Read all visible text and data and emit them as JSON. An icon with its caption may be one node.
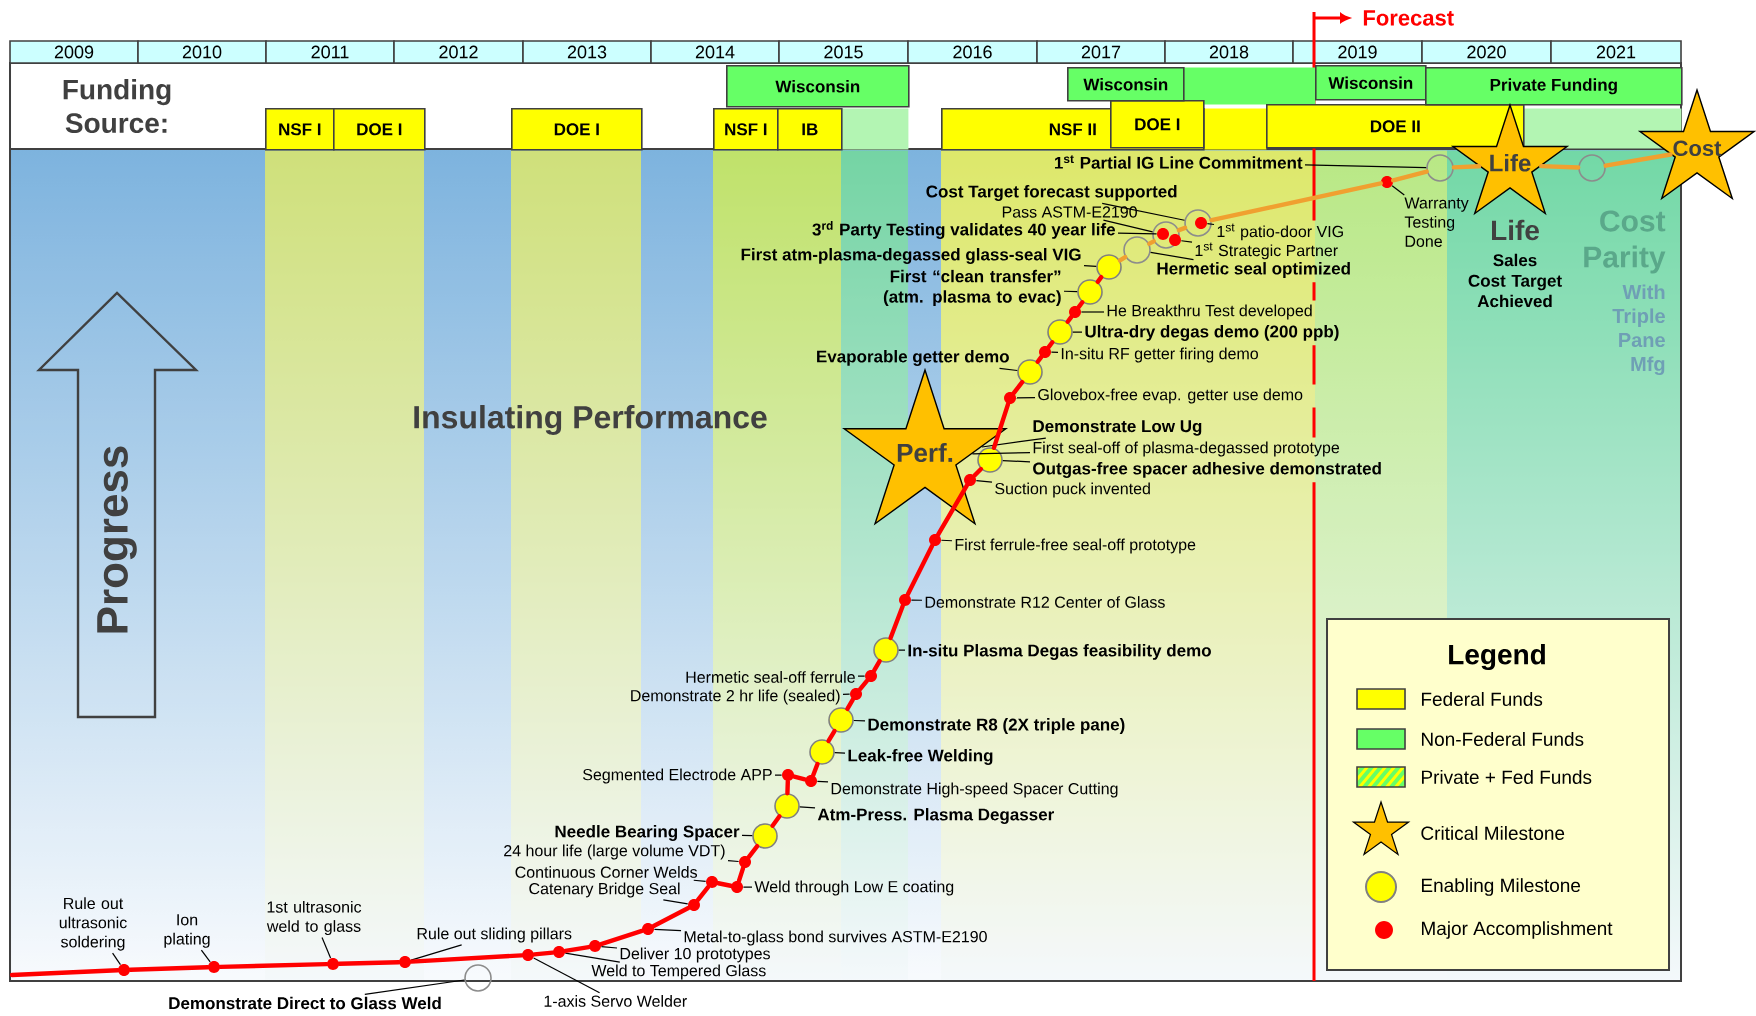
{
  "diagram": {
    "nodes": [
      {
        "text": [
          "NSF I"
        ]
      },
      {
        "text": [
          "DOE I"
        ]
      },
      {
        "text": [
          "DOE I"
        ]
      },
      {
        "text": [
          "NSF I"
        ]
      },
      {
        "text": [
          "IB"
        ]
      },
      {
        "text": [
          "Wisconsin"
        ]
      },
      {
        "text": [
          "NSF II"
        ]
      },
      {
        "text": [
          "DOE I"
        ]
      },
      {
        "text": [
          "Wisconsin"
        ]
      },
      {
        "text": [
          "Wisconsin"
        ]
      },
      {
        "text": [
          "DOE II"
        ]
      },
      {
        "text": [
          "Private Funding"
        ]
      },
      {
        "text": [
          "Progress"
        ]
      },
      {
        "text": [
          "Perf."
        ]
      },
      {
        "text": [
          "Life"
        ]
      },
      {
        "text": [
          "Cost"
        ]
      },
      {
        "text": [
          "Rule out ultrasonic soldering"
        ]
      },
      {
        "text": [],
        "shape": "dot"
      },
      {
        "text": [
          "Ion plating"
        ]
      },
      {
        "text": [],
        "shape": "dot"
      },
      {
        "text": [
          "1st ultrasonic weld to glass"
        ]
      },
      {
        "text": [],
        "shape": "dot"
      },
      {
        "text": [
          "Rule out sliding pillars"
        ]
      },
      {
        "text": [],
        "shape": "dot"
      },
      {
        "text": [
          "Demonstrate Direct to Glass Weld"
        ]
      },
      {
        "text": [],
        "shape": "ring"
      },
      {
        "text": [
          "1-axis Servo Welder"
        ]
      },
      {
        "text": [],
        "shape": "dot"
      },
      {
        "text": [
          "Weld to Tempered Glass"
        ]
      },
      {
        "text": [],
        "shape": "dot"
      },
      {
        "text": [
          "Deliver 10 prototypes"
        ]
      },
      {
        "text": [],
        "shape": "dot"
      },
      {
        "text": [
          "Metal-to-glass bond survives ASTM-E2190"
        ]
      },
      {
        "text": [],
        "shape": "dot"
      },
      {
        "text": [
          "Catenary Bridge Seal"
        ]
      },
      {
        "text": [],
        "shape": "dot"
      },
      {
        "text": [
          "Continuous Corner Welds"
        ]
      },
      {
        "text": [],
        "shape": "dot"
      },
      {
        "text": [
          "Weld through Low E coating"
        ]
      },
      {
        "text": [],
        "shape": "dot"
      },
      {
        "text": [
          "24 hour life (large volume VDT)"
        ]
      },
      {
        "text": [],
        "shape": "dot"
      },
      {
        "text": [
          "Needle Bearing Spacer"
        ]
      },
      {
        "text": [],
        "shape": "circle"
      },
      {
        "text": [
          "Atm-Press. Plasma Degasser"
        ]
      },
      {
        "text": [],
        "shape": "circle"
      },
      {
        "text": [
          "Segmented Electrode APP"
        ]
      },
      {
        "text": [],
        "shape": "dot"
      },
      {
        "text": [
          "Demonstrate High-speed Spacer Cutting"
        ]
      },
      {
        "text": [],
        "shape": "dot"
      },
      {
        "text": [
          "Leak-free Welding"
        ]
      },
      {
        "text": [],
        "shape": "circle"
      },
      {
        "text": [
          "Demonstrate R8 (2X triple pane)"
        ]
      },
      {
        "text": [],
        "shape": "circle"
      },
      {
        "text": [
          "Demonstrate 2 hr life (sealed)"
        ]
      },
      {
        "text": [],
        "shape": "dot"
      },
      {
        "text": [
          "Hermetic seal-off ferrule"
        ]
      },
      {
        "text": [],
        "shape": "dot"
      },
      {
        "text": [
          "In-situ Plasma Degas feasibility demo"
        ]
      },
      {
        "text": [],
        "shape": "circle"
      },
      {
        "text": [
          "Demonstrate R12 Center of Glass"
        ]
      },
      {
        "text": [],
        "shape": "dot"
      },
      {
        "text": [
          "First ferrule-free seal-off prototype"
        ]
      },
      {
        "text": [],
        "shape": "dot"
      },
      {
        "text": [
          "Suction puck invented"
        ]
      },
      {
        "text": [],
        "shape": "dot"
      },
      {
        "text": [
          "Outgas-free spacer adhesive demonstrated"
        ]
      },
      {
        "text": [],
        "shape": "circle"
      },
      {
        "text": [
          "First seal-off of plasma-degassed prototype"
        ]
      },
      {
        "text": [
          "Demonstrate Low Ug"
        ]
      },
      {
        "text": [
          "Glovebox-free evap. getter use demo"
        ]
      },
      {
        "text": [],
        "shape": "dot"
      },
      {
        "text": [
          "Evaporable getter demo"
        ]
      },
      {
        "text": [],
        "shape": "circle"
      },
      {
        "text": [
          "In-situ RF getter firing demo"
        ]
      },
      {
        "text": [],
        "shape": "dot"
      },
      {
        "text": [
          "Ultra-dry degas demo (200 ppb)"
        ]
      },
      {
        "text": [],
        "shape": "circle"
      },
      {
        "text": [
          "He Breakthru Test developed"
        ]
      },
      {
        "text": [],
        "shape": "dot"
      },
      {
        "text": [
          "First “clean transfer” (atm. plasma to evac)"
        ]
      },
      {
        "text": [],
        "shape": "circle"
      },
      {
        "text": [
          "First atm-plasma-degassed glass-seal VIG"
        ]
      },
      {
        "text": [],
        "shape": "circle"
      },
      {
        "text": [
          "Hermetic seal optimized"
        ]
      },
      {
        "text": [],
        "shape": "ring"
      },
      {
        "text": [
          "3$^{rd}$ Party Testing validates 40 year life"
        ]
      },
      {
        "text": [],
        "shape": "dot",
        "in": 89
      },
      {
        "text": [
          "Pass ASTM-E2190"
        ]
      },
      {
        "text": [],
        "shape": "ring"
      },
      {
        "text": [
          "1$^{st}$ Strategic Partner"
        ]
      },
      {
        "text": [],
        "shape": "dot",
        "in": 89
      },
      {
        "text": [
          "Cost Target forecast supported"
        ]
      },
      {
        "text": [],
        "shape": "ring"
      },
      {
        "text": [
          "1$^{st}$ patio-door VIG"
        ]
      },
      {
        "text": [],
        "shape": "dot",
        "in": 93
      },
      {
        "text": [
          "Warranty Testing Done"
        ]
      },
      {
        "text": [],
        "shape": "dot"
      },
      {
        "text": [
          "1$^{st}$ Partial IG Line Commitment"
        ]
      },
      {
        "text": [],
        "shape": "ring"
      },
      {
        "text": [],
        "shape": "ring"
      },
      {
        "text": [],
        "shape": "bar"
      },
      {
        "text": [],
        "shape": "bar"
      },
      {
        "text": [],
        "shape": "bar"
      },
      {
        "text": [],
        "shape": "bar"
      }
    ],
    "edges": [
      {
        "from": 16,
        "to": 17,
        "arrow": "none"
      },
      {
        "from": 18,
        "to": 19,
        "arrow": "none"
      },
      {
        "from": 20,
        "to": 21,
        "arrow": "none"
      },
      {
        "from": 22,
        "to": 23,
        "arrow": "none"
      },
      {
        "from": 24,
        "to": 25,
        "arrow": "none"
      },
      {
        "from": 26,
        "to": 27,
        "arrow": "none"
      },
      {
        "from": 28,
        "to": 29,
        "arrow": "none"
      },
      {
        "from": 30,
        "to": 31,
        "arrow": "none"
      },
      {
        "from": 32,
        "to": 33,
        "arrow": "none"
      },
      {
        "from": 34,
        "to": 35,
        "arrow": "none"
      },
      {
        "from": 36,
        "to": 37,
        "arrow": "none"
      },
      {
        "from": 38,
        "to": 39,
        "arrow": "none"
      },
      {
        "from": 40,
        "to": 41,
        "arrow": "none"
      },
      {
        "from": 42,
        "to": 43,
        "arrow": "none"
      },
      {
        "from": 44,
        "to": 45,
        "arrow": "none"
      },
      {
        "from": 46,
        "to": 47,
        "arrow": "none"
      },
      {
        "from": 48,
        "to": 49,
        "arrow": "none"
      },
      {
        "from": 50,
        "to": 51,
        "arrow": "none"
      },
      {
        "from": 52,
        "to": 53,
        "arrow": "none"
      },
      {
        "from": 54,
        "to": 55,
        "arrow": "none"
      },
      {
        "from": 56,
        "to": 57,
        "arrow": "none"
      },
      {
        "from": 58,
        "to": 59,
        "arrow": "none"
      },
      {
        "from": 60,
        "to": 61,
        "arrow": "none"
      },
      {
        "from": 62,
        "to": 63,
        "arrow": "none"
      },
      {
        "from": 64,
        "to": 65,
        "arrow": "none"
      },
      {
        "from": 66,
        "to": 67,
        "arrow": "none"
      },
      {
        "from": 68,
        "to": 13,
        "arrow": "none"
      },
      {
        "from": 69,
        "to": 13,
        "arrow": "none"
      },
      {
        "from": 70,
        "to": 71,
        "arrow": "none"
      },
      {
        "from": 72,
        "to": 73,
        "arrow": "none"
      },
      {
        "from": 74,
        "to": 75,
        "arrow": "none"
      },
      {
        "from": 76,
        "to": 77,
        "arrow": "none"
      },
      {
        "from": 78,
        "to": 79,
        "arrow": "none"
      },
      {
        "from": 80,
        "to": 81,
        "arrow": "none"
      },
      {
        "from": 82,
        "to": 83,
        "arrow": "none"
      },
      {
        "from": 84,
        "to": 85,
        "arrow": "none"
      },
      {
        "from": 86,
        "to": 87,
        "arrow": "none"
      },
      {
        "from": 88,
        "to": 89,
        "arrow": "none"
      },
      {
        "from": 90,
        "to": 91,
        "arrow": "none"
      },
      {
        "from": 92,
        "to": 93,
        "arrow": "none"
      },
      {
        "from": 94,
        "to": 95,
        "arrow": "none"
      },
      {
        "from": 96,
        "to": 97,
        "arrow": "none"
      },
      {
        "from": 98,
        "to": 99,
        "arrow": "none"
      },
      {
        "from": null,
        "to": 17,
        "arrow": "none",
        "style": "thick",
        "color": "#ff0000"
      },
      {
        "from": 17,
        "to": 19,
        "arrow": "none",
        "style": "thick",
        "color": "#ff0000"
      },
      {
        "from": 19,
        "to": 21,
        "arrow": "none",
        "style": "thick",
        "color": "#ff0000"
      },
      {
        "from": 21,
        "to": 23,
        "arrow": "none",
        "style": "thick",
        "color": "#ff0000"
      },
      {
        "from": 23,
        "to": 27,
        "arrow": "none",
        "style": "thick",
        "color": "#ff0000"
      },
      {
        "from": 27,
        "to": 29,
        "arrow": "none",
        "style": "thick",
        "color": "#ff0000"
      },
      {
        "from": 29,
        "to": 31,
        "arrow": "none",
        "style": "thick",
        "color": "#ff0000"
      },
      {
        "from": 31,
        "to": 33,
        "arrow": "none",
        "style": "thick",
        "color": "#ff0000"
      },
      {
        "from": 33,
        "to": 35,
        "arrow": "none",
        "style": "thick",
        "color": "#ff0000"
      },
      {
        "from": 35,
        "to": 37,
        "arrow": "none",
        "style": "thick",
        "color": "#ff0000"
      },
      {
        "from": 37,
        "to": 39,
        "arrow": "none",
        "style": "thick",
        "color": "#ff0000"
      },
      {
        "from": 39,
        "to": 41,
        "arrow": "none",
        "style": "thick",
        "color": "#ff0000"
      },
      {
        "from": 41,
        "to": 43,
        "arrow": "none",
        "style": "thick",
        "color": "#ff0000"
      },
      {
        "from": 43,
        "to": 45,
        "arrow": "none",
        "style": "thick",
        "color": "#ff0000"
      },
      {
        "from": 45,
        "to": 47,
        "arrow": "none",
        "style": "thick",
        "color": "#ff0000"
      },
      {
        "from": 47,
        "to": 49,
        "arrow": "none",
        "style": "thick",
        "color": "#ff0000"
      },
      {
        "from": 49,
        "to": 51,
        "arrow": "none",
        "style": "thick",
        "color": "#ff0000"
      },
      {
        "from": 51,
        "to": 53,
        "arrow": "none",
        "style": "thick",
        "color": "#ff0000"
      },
      {
        "from": 53,
        "to": 55,
        "arrow": "none",
        "style": "thick",
        "color": "#ff0000"
      },
      {
        "from": 55,
        "to": 57,
        "arrow": "none",
        "style": "thick",
        "color": "#ff0000"
      },
      {
        "from": 57,
        "to": 59,
        "arrow": "none",
        "style": "thick",
        "color": "#ff0000"
      },
      {
        "from": 59,
        "to": 61,
        "arrow": "none",
        "style": "thick",
        "color": "#ff0000"
      },
      {
        "from": 61,
        "to": 63,
        "arrow": "none",
        "style": "thick",
        "color": "#ff0000"
      },
      {
        "from": 63,
        "to": 65,
        "arrow": "none",
        "style": "thick",
        "color": "#ff0000"
      },
      {
        "from": 65,
        "to": 67,
        "arrow": "none",
        "style": "thick",
        "color": "#ff0000"
      },
      {
        "from": 67,
        "to": 71,
        "arrow": "none",
        "style": "thick",
        "color": "#ff0000"
      },
      {
        "from": 71,
        "to": 73,
        "arrow": "none",
        "style": "thick",
        "color": "#ff0000"
      },
      {
        "from": 73,
        "to": 75,
        "arrow": "none",
        "style": "thick",
        "color": "#ff0000"
      },
      {
        "from": 75,
        "to": 77,
        "arrow": "none",
        "style": "thick",
        "color": "#ff0000"
      },
      {
        "from": 77,
        "to": 79,
        "arrow": "none",
        "style": "thick",
        "color": "#ff0000"
      },
      {
        "from": 79,
        "to": 81,
        "arrow": "none",
        "style": "thick",
        "color": "#ff0000"
      },
      {
        "from": 81,
        "to": 83,
        "arrow": "none",
        "style": "thick",
        "color": "#ff0000"
      },
      {
        "from": 83,
        "to": 85,
        "arrow": "none",
        "style": "thick",
        "color": "#f0a030"
      },
      {
        "from": 85,
        "to": 89,
        "arrow": "none",
        "style": "thick",
        "color": "#f0a030"
      },
      {
        "from": 89,
        "to": 93,
        "arrow": "none",
        "style": "thick",
        "color": "#f0a030"
      },
      {
        "from": 93,
        "to": 97,
        "arrow": "none",
        "style": "thick",
        "color": "#f0a030"
      },
      {
        "from": 97,
        "to": 99,
        "arrow": "none",
        "style": "thick",
        "color": "#f0a030"
      },
      {
        "from": 99,
        "to": 14,
        "arrow": "none",
        "style": "thick",
        "color": "#f0a030"
      },
      {
        "from": 14,
        "to": 100,
        "arrow": "none",
        "style": "thick",
        "color": "#f0a030"
      },
      {
        "from": 100,
        "to": 15,
        "arrow": "none",
        "style": "thick",
        "color": "#f0a030"
      }
    ],
    "labels": [
      "2009",
      "2010",
      "2011",
      "2012",
      "2013",
      "2014",
      "2015",
      "2016",
      "2017",
      "2018",
      "2019",
      "2020",
      "2021",
      "Funding Source:",
      "Forecast",
      "Insulating Performance",
      "Life",
      "Sales",
      "Cost Target Achieved",
      "Cost Parity",
      "With Triple Pane Mfg",
      "Legend"
    ],
    "legend": [
      {
        "text": "Federal Funds",
        "color": "#ffff00"
      },
      {
        "text": "Non-Federal Funds",
        "color": "#66ff66"
      },
      {
        "text": "Private + Fed Funds"
      },
      {
        "text": "Critical Milestone"
      },
      {
        "text": "Enabling Milestone"
      },
      {
        "text": "Major Accomplishment"
      }
    ]
  }
}
